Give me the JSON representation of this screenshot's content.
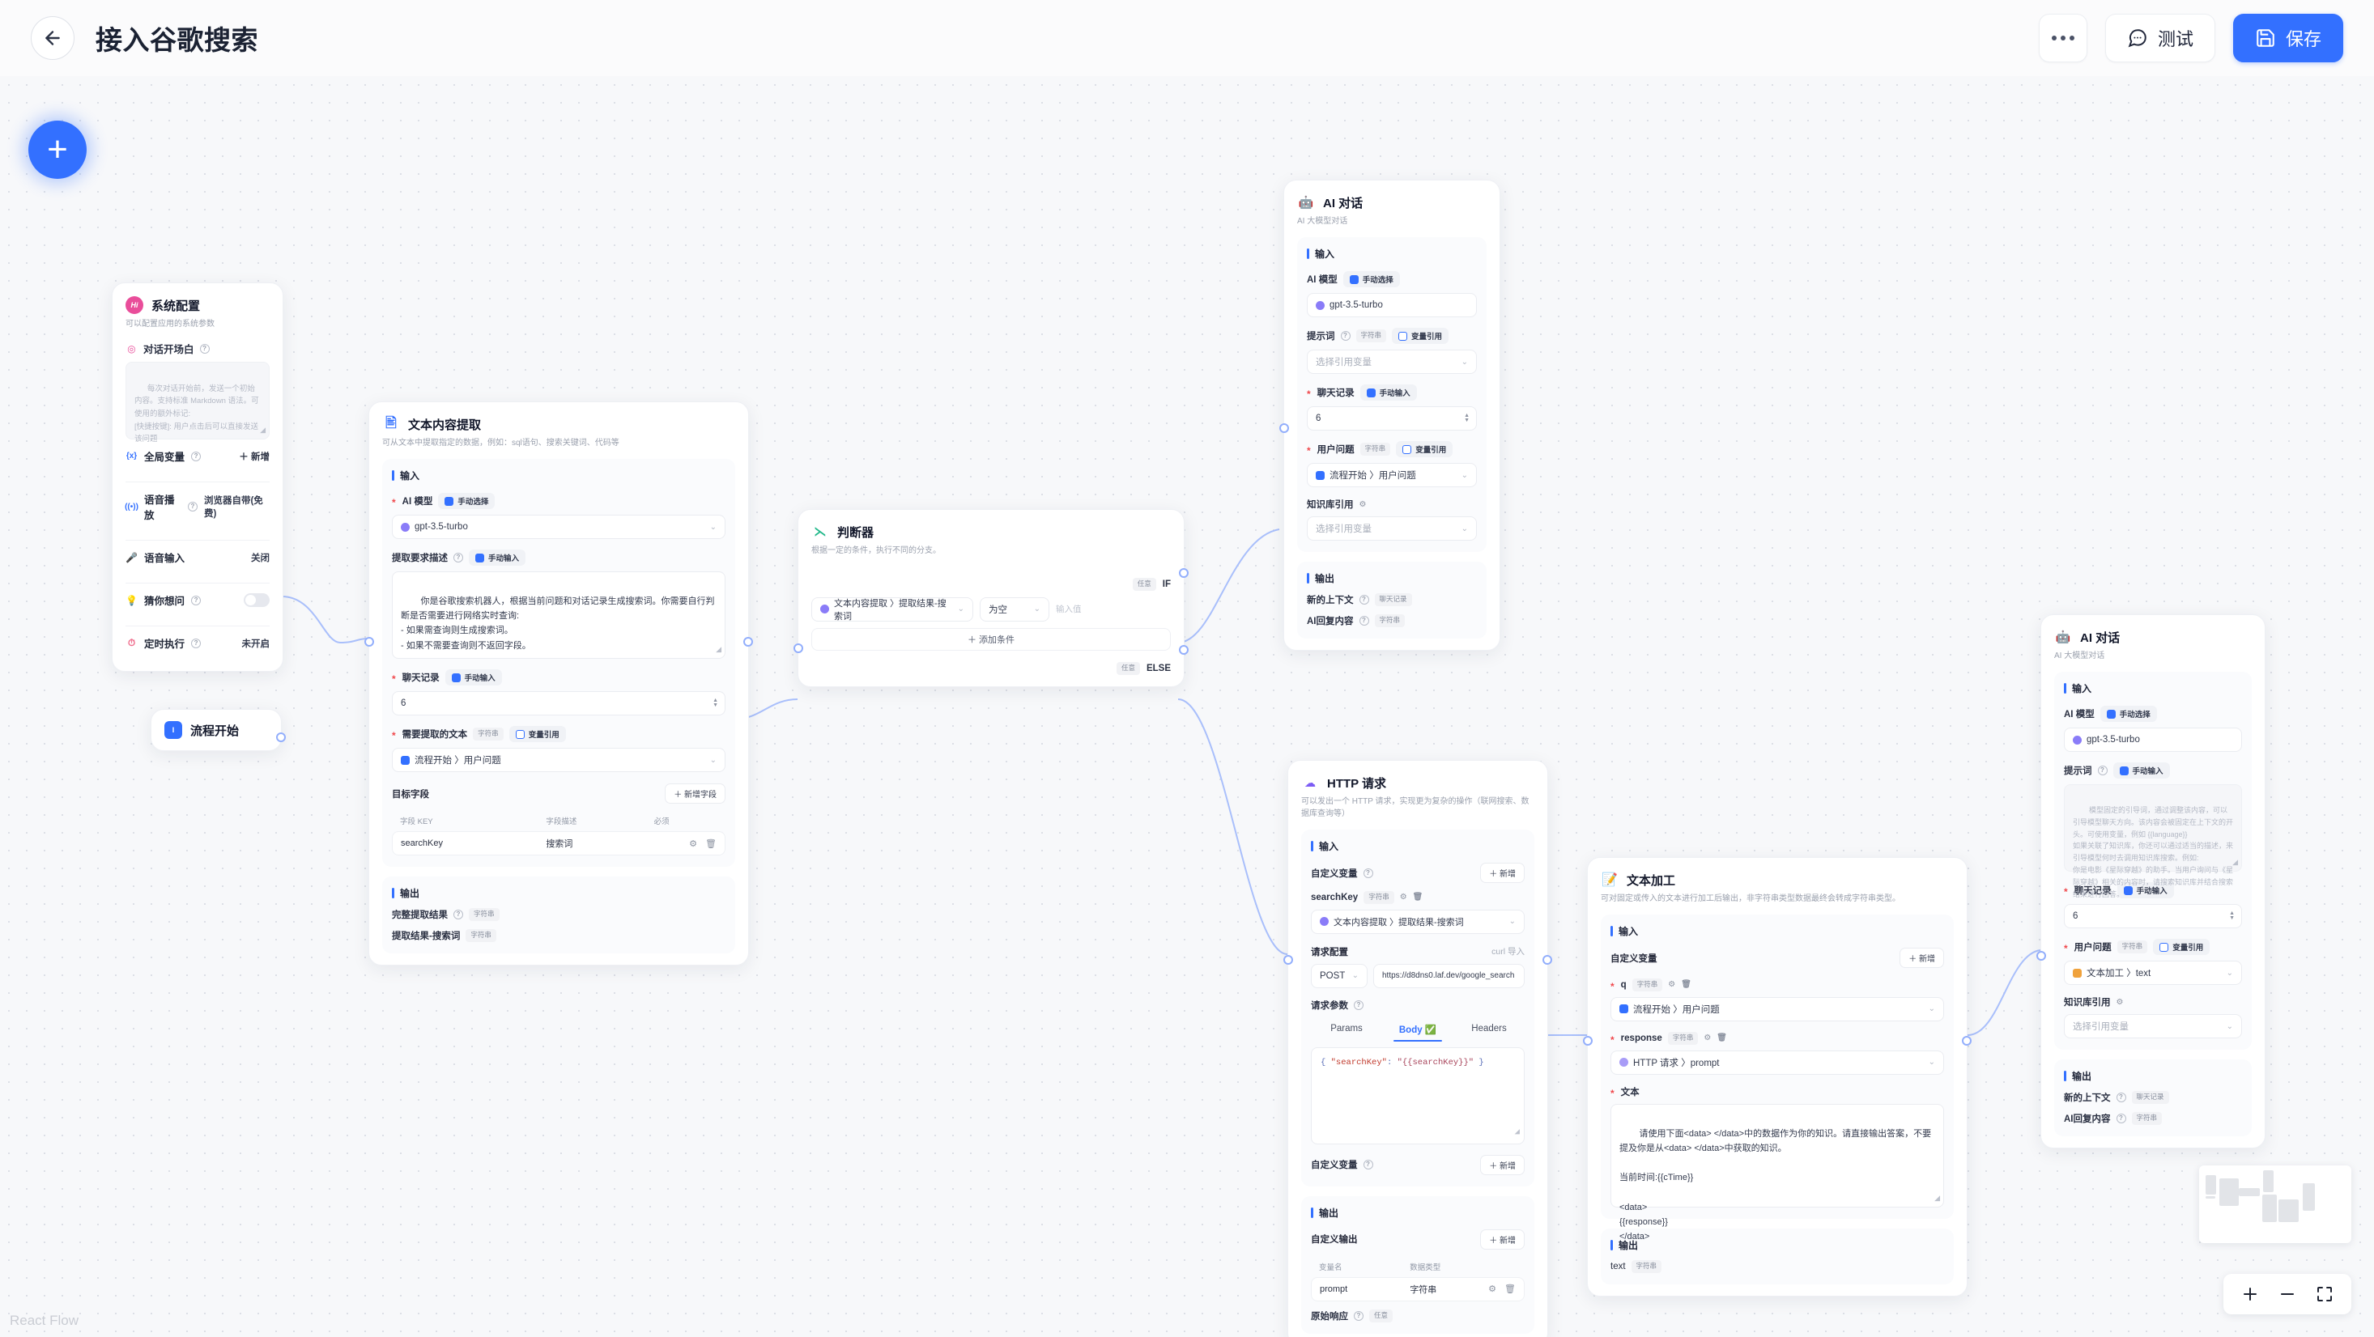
{
  "header": {
    "title": "接入谷歌搜索",
    "back_icon": "arrow-left-icon",
    "more_label": "···",
    "test_label": "测试",
    "save_label": "保存"
  },
  "canvas": {
    "add_node_label": "+",
    "attribution": "React Flow"
  },
  "common": {
    "input_section": "输入",
    "output_section": "输出",
    "type_string": "字符串",
    "type_any": "任意",
    "type_chat": "聊天记录",
    "manual_select": "手动选择",
    "manual_input": "手动输入",
    "variable_ref": "变量引用",
    "select_variable_placeholder": "选择引用变量",
    "add_label": "新增",
    "caret": "⌄"
  },
  "nodes": {
    "system_config": {
      "title": "系统配置",
      "desc": "可以配置应用的系统参数",
      "icon_label": "Hi",
      "opening_label": "对话开场白",
      "opening_placeholder": "每次对话开始前，发送一个初始内容。支持标准 Markdown 语法。可使用的额外标记:\n[快捷按键]: 用户点击后可以直接发送该问题",
      "rows": [
        {
          "label": "全局变量",
          "icon": "braces-icon",
          "value": "＋ 新增",
          "has_help": true
        },
        {
          "label": "语音播放",
          "icon": "speaker-icon",
          "value": "浏览器自带(免费)",
          "has_help": true
        },
        {
          "label": "语音输入",
          "icon": "microphone-icon",
          "value": "关闭",
          "has_help": false
        },
        {
          "label": "猜你想问",
          "icon": "lightbulb-icon",
          "value": "",
          "has_help": true
        },
        {
          "label": "定时执行",
          "icon": "clock-icon",
          "value": "未开启",
          "has_help": true
        }
      ]
    },
    "flow_start": {
      "title": "流程开始",
      "icon_label": "I"
    },
    "text_extract": {
      "title": "文本内容提取",
      "desc": "可从文本中提取指定的数据，例如：sql语句、搜索关键词、代码等",
      "ai_model_label": "AI 模型",
      "ai_model_value": "gpt-3.5-turbo",
      "extract_desc_label": "提取要求描述",
      "extract_desc_value": "你是谷歌搜索机器人，根据当前问题和对话记录生成搜索词。你需要自行判断是否需要进行网络实时查询:\n- 如果需查询则生成搜索词。\n- 如果不需要查询则不返回字段。",
      "chat_history_label": "聊天记录",
      "chat_history_value": "6",
      "source_text_label": "需要提取的文本",
      "source_text_value": "流程开始 〉用户问题",
      "target_fields_label": "目标字段",
      "add_field_label": "＋ 新增字段",
      "table_headers": [
        "字段 KEY",
        "字段描述",
        "必须"
      ],
      "table_rows": [
        {
          "key": "searchKey",
          "desc": "搜索词",
          "required": ""
        }
      ],
      "outputs": [
        {
          "label": "完整提取结果",
          "tag": "字符串",
          "has_help": true
        },
        {
          "label": "提取结果-搜索词",
          "tag": "字符串",
          "has_help": false
        }
      ]
    },
    "condition": {
      "title": "判断器",
      "desc": "根据一定的条件，执行不同的分支。",
      "if_tag": "任意",
      "if_label": "IF",
      "else_tag": "任意",
      "else_label": "ELSE",
      "cond_variable": "文本内容提取 〉提取结果-搜索词",
      "cond_operator": "为空",
      "cond_value_placeholder": "输入值",
      "add_condition_label": "＋ 添加条件"
    },
    "ai_chat_top": {
      "title": "AI 对话",
      "desc": "AI 大模型对话",
      "ai_model_label": "AI 模型",
      "ai_model_value": "gpt-3.5-turbo",
      "prompt_label": "提示词",
      "prompt_value": "选择引用变量",
      "chat_history_label": "聊天记录",
      "chat_history_value": "6",
      "user_question_label": "用户问题",
      "user_question_value": "流程开始 〉用户问题",
      "kb_label": "知识库引用",
      "kb_value": "选择引用变量",
      "outputs": [
        {
          "label": "新的上下文",
          "tag": "聊天记录"
        },
        {
          "label": "AI回复内容",
          "tag": "字符串"
        }
      ]
    },
    "http": {
      "title": "HTTP 请求",
      "desc": "可以发出一个 HTTP 请求，实现更为复杂的操作（联网搜索、数据库查询等）",
      "custom_var_label": "自定义变量",
      "add_label": "＋ 新增",
      "var_name": "searchKey",
      "var_type": "字符串",
      "var_value": "文本内容提取 〉提取结果-搜索词",
      "req_config_label": "请求配置",
      "curl_import_label": "curl 导入",
      "method": "POST",
      "url": "https://d8dns0.laf.dev/google_search",
      "req_params_label": "请求参数",
      "tabs": [
        "Params",
        "Body",
        "Headers"
      ],
      "active_tab": "Body",
      "body_code": "{\n  \"searchKey\": \"{{searchKey}}\"\n}",
      "custom_var_label2": "自定义变量",
      "custom_output_label": "自定义输出",
      "out_headers": [
        "变量名",
        "数据类型"
      ],
      "out_rows": [
        {
          "name": "prompt",
          "type": "字符串"
        }
      ],
      "raw_response_label": "原始响应",
      "raw_response_tag": "任意"
    },
    "text_process": {
      "title": "文本加工",
      "desc": "可对固定或传入的文本进行加工后输出，非字符串类型数据最终会转成字符串类型。",
      "custom_var_label": "自定义变量",
      "add_label": "＋ 新增",
      "var_q_name": "q",
      "var_q_type": "字符串",
      "var_q_value": "流程开始 〉用户问题",
      "var_resp_name": "response",
      "var_resp_type": "字符串",
      "var_resp_value": "HTTP 请求 〉prompt",
      "text_label": "文本",
      "text_value": "请使用下面<data> </data>中的数据作为你的知识。请直接输出答案，不要提及你是从<data> </data>中获取的知识。\n\n当前时间:{{cTime}}\n\n<data>\n{{response}}\n</data>",
      "out_name": "text",
      "out_type": "字符串"
    },
    "ai_chat_right": {
      "title": "AI 对话",
      "desc": "AI 大模型对话",
      "ai_model_label": "AI 模型",
      "ai_model_value": "gpt-3.5-turbo",
      "prompt_label": "提示词",
      "prompt_placeholder": "模型固定的引导词，通过调整该内容，可以引导模型聊天方向。该内容会被固定在上下文的开头。可使用变量，例如 {{language}}\n如果关联了知识库，你还可以通过适当的描述，来引导模型何时去调用知识库搜索。例如:\n你是电影《星际穿越》的助手。当用户询问与《星际穿越》相关的内容时，请搜索知识库并结合搜索结果进行回答。",
      "chat_history_label": "聊天记录",
      "chat_history_value": "6",
      "user_question_label": "用户问题",
      "user_question_value": "文本加工 〉text",
      "kb_label": "知识库引用",
      "kb_value": "选择引用变量",
      "outputs": [
        {
          "label": "新的上下文",
          "tag": "聊天记录"
        },
        {
          "label": "AI回复内容",
          "tag": "字符串"
        }
      ]
    }
  },
  "minimap": {
    "name": "minimap"
  },
  "controls": {
    "zoom_in": "+",
    "zoom_out": "−",
    "fit_view": "⛶"
  }
}
